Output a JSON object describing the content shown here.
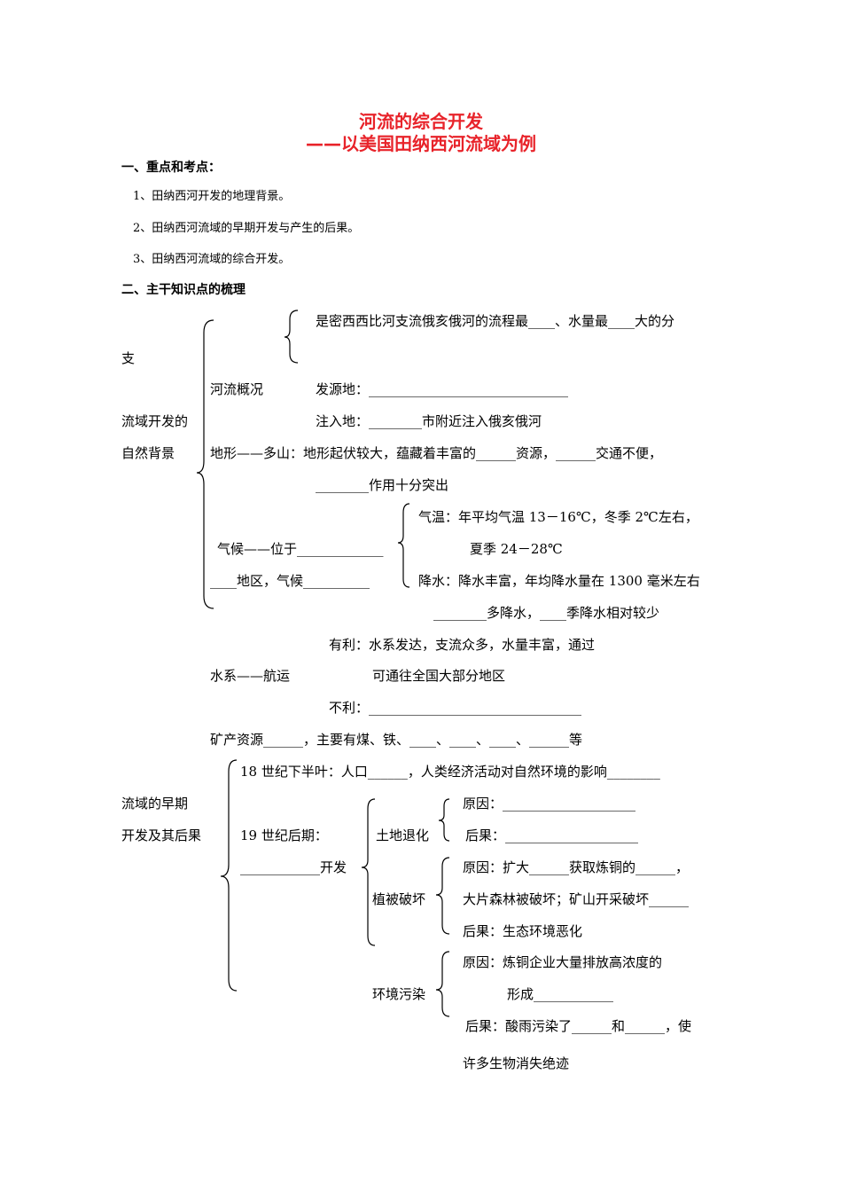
{
  "title": {
    "line1": "河流的综合开发",
    "line2": "——以美国田纳西河流域为例"
  },
  "section1": {
    "heading": "一、重点和考点：",
    "items": [
      "1、田纳西河开发的地理背景。",
      "2、田纳西河流域的早期开发与产生的后果。",
      "3、田纳西河流域的综合开发。"
    ]
  },
  "section2": {
    "heading": "二、主干知识点的梳理",
    "background": {
      "label_line1": "流域开发的",
      "label_line2": "自然背景",
      "river_desc": "是密西西比河支流俄亥俄河的流程最____、水量最____大的分",
      "river_desc_wrap": "支",
      "river_label": "河流概况",
      "source": "发源地：______________________________",
      "inflow": "注入地：________市附近注入俄亥俄河",
      "terrain1": "地形——多山：地形起伏较大，蕴藏着丰富的______资源，______交通不便，",
      "terrain2": "________作用十分突出",
      "climate_label1": "气候——位于_____________",
      "climate_label2": "____地区，气候__________",
      "temp1": "气温：年平均气温 13－16℃，冬季 2℃左右，",
      "temp2": "夏季 24－28℃",
      "precip1": "降水：降水丰富，年均降水量在 1300 毫米左右",
      "precip2": "________多降水，____季降水相对较少",
      "water_adv1": "有利：水系发达，支流众多，水量丰富，通过",
      "water_label": "水系——航运",
      "water_adv2": "可通往全国大部分地区",
      "water_dis": "不利：________________________________",
      "minerals": "矿产资源______，主要有煤、铁、____、____、____、______等"
    },
    "early": {
      "label_line1": "流域的早期",
      "label_line2": "开发及其后果",
      "c18": "18 世纪下半叶：人口______，人类经济活动对自然环境的影响________",
      "c19": "19 世纪后期：",
      "dev": "____________开发",
      "land_label": "土地退化",
      "land_cause": "原因：____________________",
      "land_result": "后果：____________________",
      "veg_label": "植被破坏",
      "veg_cause1": "原因：扩大______获取炼铜的______，",
      "veg_cause2": "大片森林被破坏；矿山开采破坏______",
      "veg_result": "后果：生态环境恶化",
      "env_label": "环境污染",
      "env_cause1": "原因：炼铜企业大量排放高浓度的",
      "env_cause2": "形成____________",
      "env_result1": "后果：酸雨污染了______和______，使",
      "env_result2": "许多生物消失绝迹"
    }
  }
}
